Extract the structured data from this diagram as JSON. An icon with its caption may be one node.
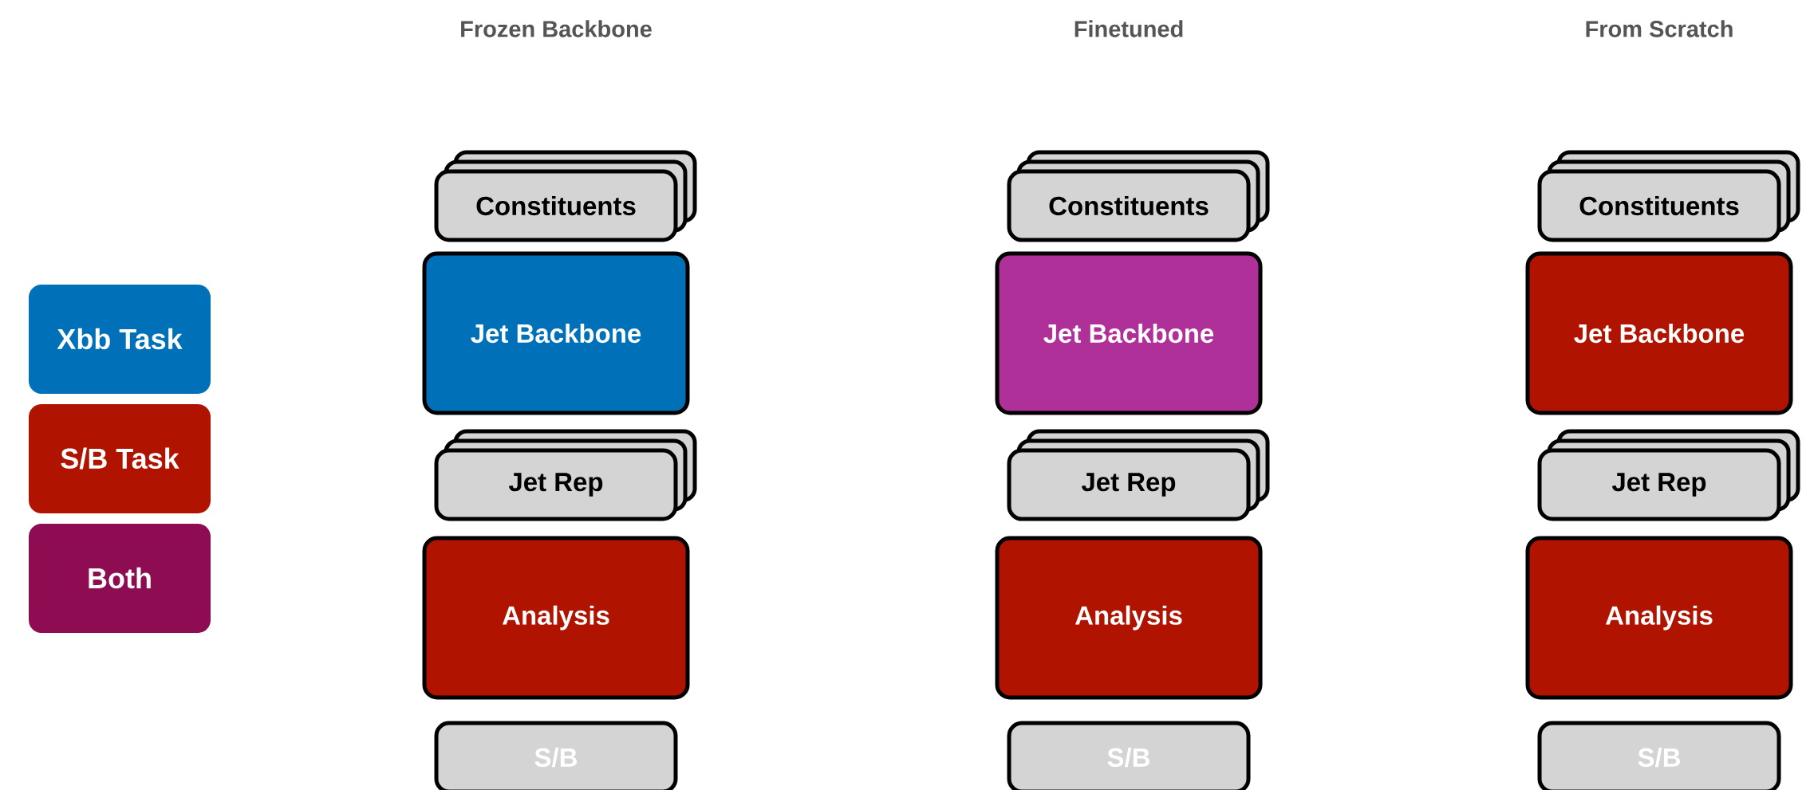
{
  "diagram": {
    "nodes": [
      {
        "text": [
          "Constituents"
        ]
      },
      {
        "text": [
          "Jet Backbone"
        ]
      },
      {
        "text": [
          "Jet Rep"
        ]
      },
      {
        "text": [
          "Analysis"
        ]
      },
      {
        "text": [
          "S/B"
        ]
      },
      {
        "text": [
          "Constituents"
        ]
      },
      {
        "text": [
          "Jet Backbone"
        ]
      },
      {
        "text": [
          "Jet Rep"
        ]
      },
      {
        "text": [
          "Analysis"
        ]
      },
      {
        "text": [
          "S/B"
        ]
      },
      {
        "text": [
          "Constituents"
        ]
      },
      {
        "text": [
          "Jet Backbone"
        ]
      },
      {
        "text": [
          "Jet Rep"
        ]
      },
      {
        "text": [
          "Analysis"
        ]
      },
      {
        "text": [
          "S/B"
        ]
      }
    ],
    "labels": [
      "Frozen Backbone",
      "Finetuned",
      "From Scratch"
    ],
    "legend": [
      {
        "text": "Xbb Task",
        "color": "#0070b8"
      },
      {
        "text": "S/B Task",
        "color": "#b01400"
      },
      {
        "text": "Both",
        "color": "#8e0c52"
      }
    ]
  }
}
